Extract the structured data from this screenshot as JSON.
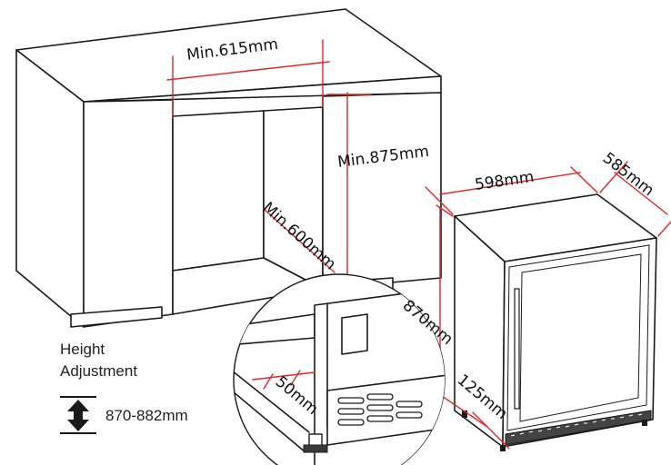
{
  "labels": {
    "min_width": "Min.615mm",
    "min_height": "Min.875mm",
    "min_depth": "Min.600mm",
    "unit_width": "598mm",
    "unit_depth": "585mm",
    "unit_height": "870mm",
    "toe_height": "125mm",
    "gap": "50mm"
  },
  "adjustment": {
    "line1": "Height",
    "line2": "Adjustment",
    "range": "870-882mm"
  },
  "colors": {
    "dimension": "#e0262c",
    "outline": "#1a1a1a"
  }
}
